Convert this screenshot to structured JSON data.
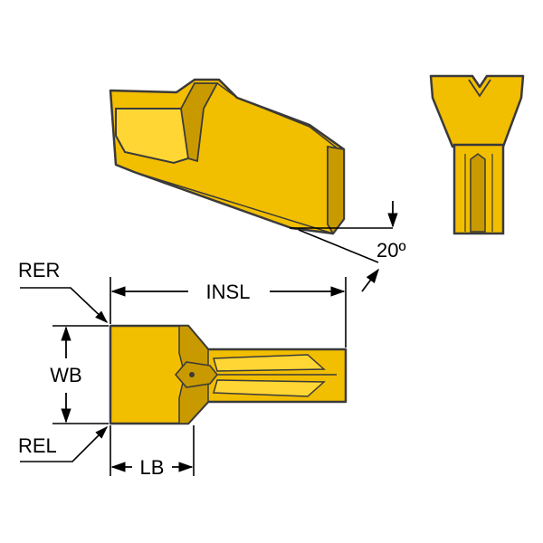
{
  "labels": {
    "rer": "RER",
    "insl": "INSL",
    "wb": "WB",
    "rel": "REL",
    "lb": "LB",
    "angle": "20º"
  },
  "colors": {
    "insert_fill": "#F2BE00",
    "insert_dark": "#C99A00",
    "insert_light": "#FFD633",
    "outline": "#3A3A3A",
    "dimension_line": "#000000"
  }
}
